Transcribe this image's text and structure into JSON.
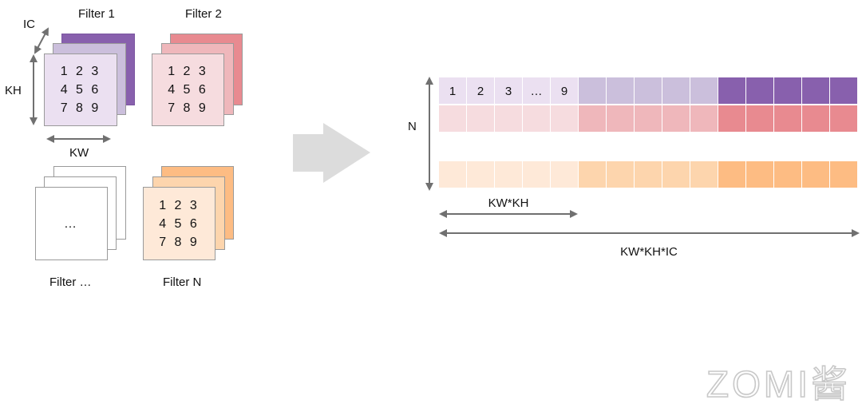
{
  "filters": {
    "f1": {
      "title": "Filter 1",
      "rows": [
        "1 2 3",
        "4 5 6",
        "7 8 9"
      ]
    },
    "f2": {
      "title": "Filter 2",
      "rows": [
        "1 2 3",
        "4 5 6",
        "7 8 9"
      ]
    },
    "fdots": {
      "title": "Filter …",
      "content": "…"
    },
    "fn": {
      "title": "Filter N",
      "rows": [
        "1 2 3",
        "4 5 6",
        "7 8 9"
      ]
    }
  },
  "dims": {
    "ic": "IC",
    "kh": "KH",
    "kw": "KW"
  },
  "matrix": {
    "n_label": "N",
    "first_row_cells": [
      "1",
      "2",
      "3",
      "…",
      "9"
    ],
    "kwkh_label": "KW*KH",
    "kwkhic_label": "KW*KH*IC",
    "rows": [
      {
        "name": "filter-1-row",
        "colors": [
          "#ebe0f1",
          "#cbbfdc",
          "#8860ad"
        ]
      },
      {
        "name": "filter-2-row",
        "colors": [
          "#f6dcdf",
          "#efb7bb",
          "#e88a90"
        ]
      },
      {
        "name": "filter-n-row",
        "colors": [
          "#fee9d8",
          "#fdd5ad",
          "#fdbc83"
        ]
      }
    ]
  },
  "colors": {
    "filter1": [
      "#8860ad",
      "#cbbfdc",
      "#ebe0f1"
    ],
    "filter2": [
      "#e88a90",
      "#efb7bb",
      "#f6dcdf"
    ],
    "filterN": [
      "#fdbc83",
      "#fdd5ad",
      "#fee9d8"
    ],
    "arrow": "#707070",
    "big_arrow": "#dcdcdc",
    "watermark": "#c8c8c8"
  },
  "watermark": "ZOMI酱"
}
